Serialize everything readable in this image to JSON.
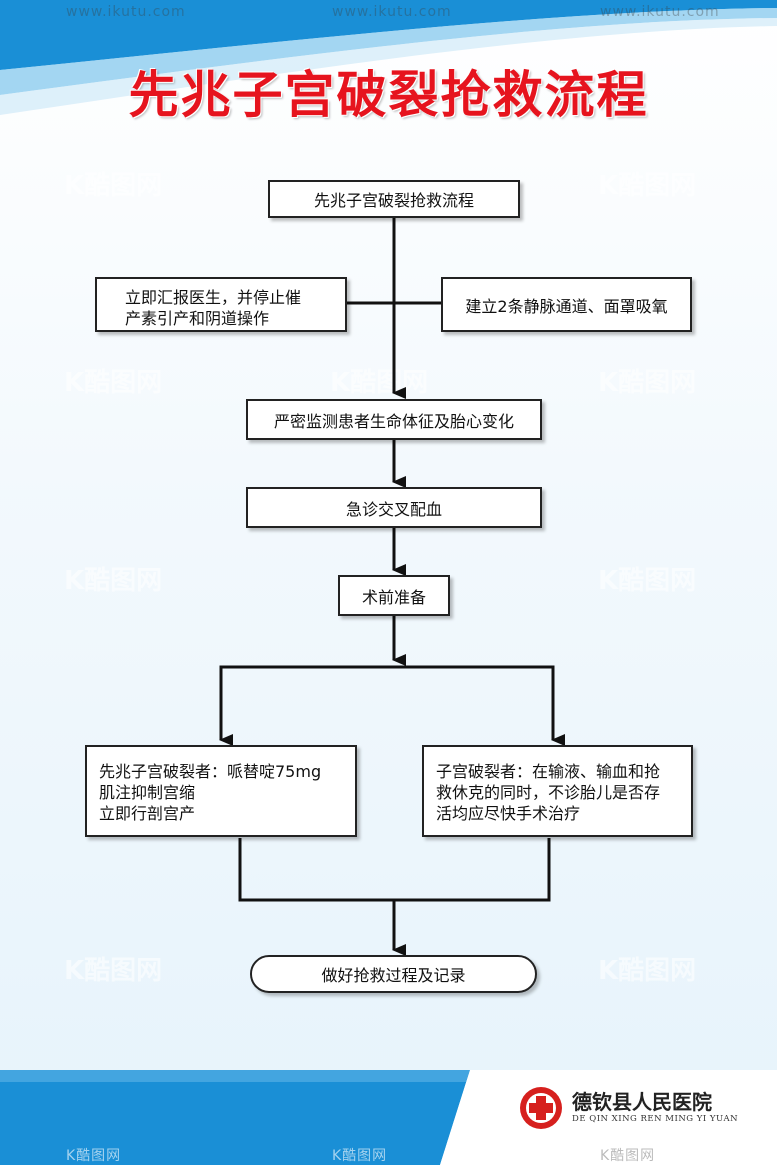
{
  "header": {
    "title": "先兆子宫破裂抢救流程",
    "title_color": "#e6141e"
  },
  "flow": {
    "start": "先兆子宫破裂抢救流程",
    "left_action_line1": "立即汇报医生，并停止催",
    "left_action_line2": "产素引产和阴道操作",
    "right_action": "建立2条静脉通道、面罩吸氧",
    "monitor": "严密监测患者生命体征及胎心变化",
    "emergency": "急诊交叉配血",
    "prep": "术前准备",
    "branch_left_line1": "先兆子宫破裂者：哌替啶75mg",
    "branch_left_line2": "肌注抑制宫缩",
    "branch_left_line3": "立即行剖宫产",
    "branch_right_line1": "子宫破裂者：在输液、输血和抢",
    "branch_right_line2": "救休克的同时，不诊胎儿是否存",
    "branch_right_line3": "活均应尽快手术治疗",
    "end": "做好抢救过程及记录"
  },
  "footer": {
    "hospital_name": "德钦县人民医院",
    "hospital_pinyin": "DE QIN XING REN MING YI YUAN",
    "bar_color": "#1a8fd6",
    "logo_color": "#d6201e"
  },
  "watermark": {
    "url": "www.ikutu.com",
    "brand": "K酷图网"
  },
  "icons": {
    "hospital_logo": "red-cross-hospital-icon"
  }
}
